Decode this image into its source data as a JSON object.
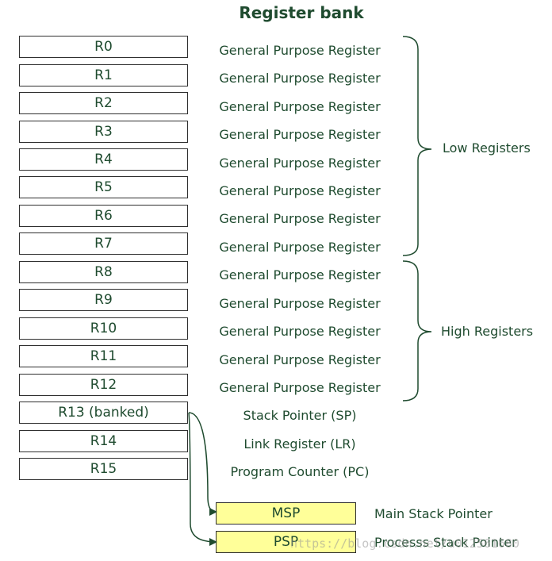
{
  "title": "Register bank",
  "registers": [
    {
      "name": "R0",
      "desc": "General Purpose Register"
    },
    {
      "name": "R1",
      "desc": "General Purpose Register"
    },
    {
      "name": "R2",
      "desc": "General Purpose Register"
    },
    {
      "name": "R3",
      "desc": "General Purpose Register"
    },
    {
      "name": "R4",
      "desc": "General Purpose Register"
    },
    {
      "name": "R5",
      "desc": "General Purpose Register"
    },
    {
      "name": "R6",
      "desc": "General Purpose Register"
    },
    {
      "name": "R7",
      "desc": "General Purpose Register"
    },
    {
      "name": "R8",
      "desc": "General Purpose Register"
    },
    {
      "name": "R9",
      "desc": "General Purpose Register"
    },
    {
      "name": "R10",
      "desc": "General Purpose Register"
    },
    {
      "name": "R11",
      "desc": "General Purpose Register"
    },
    {
      "name": "R12",
      "desc": "General Purpose Register"
    },
    {
      "name": "R13 (banked)",
      "desc": "Stack Pointer (SP)"
    },
    {
      "name": "R14",
      "desc": "Link Register (LR)"
    },
    {
      "name": "R15",
      "desc": "Program Counter (PC)"
    }
  ],
  "groups": {
    "low": "Low Registers",
    "high": "High Registers"
  },
  "stack_pointers": [
    {
      "name": "MSP",
      "desc": "Main Stack Pointer"
    },
    {
      "name": "PSP",
      "desc": "Processs Stack Pointer"
    }
  ],
  "watermark": "https://blog.csdn.net/u012561680",
  "colors": {
    "text": "#1f4b2f",
    "highlight": "#ffff99",
    "border": "#2f2f2f"
  }
}
